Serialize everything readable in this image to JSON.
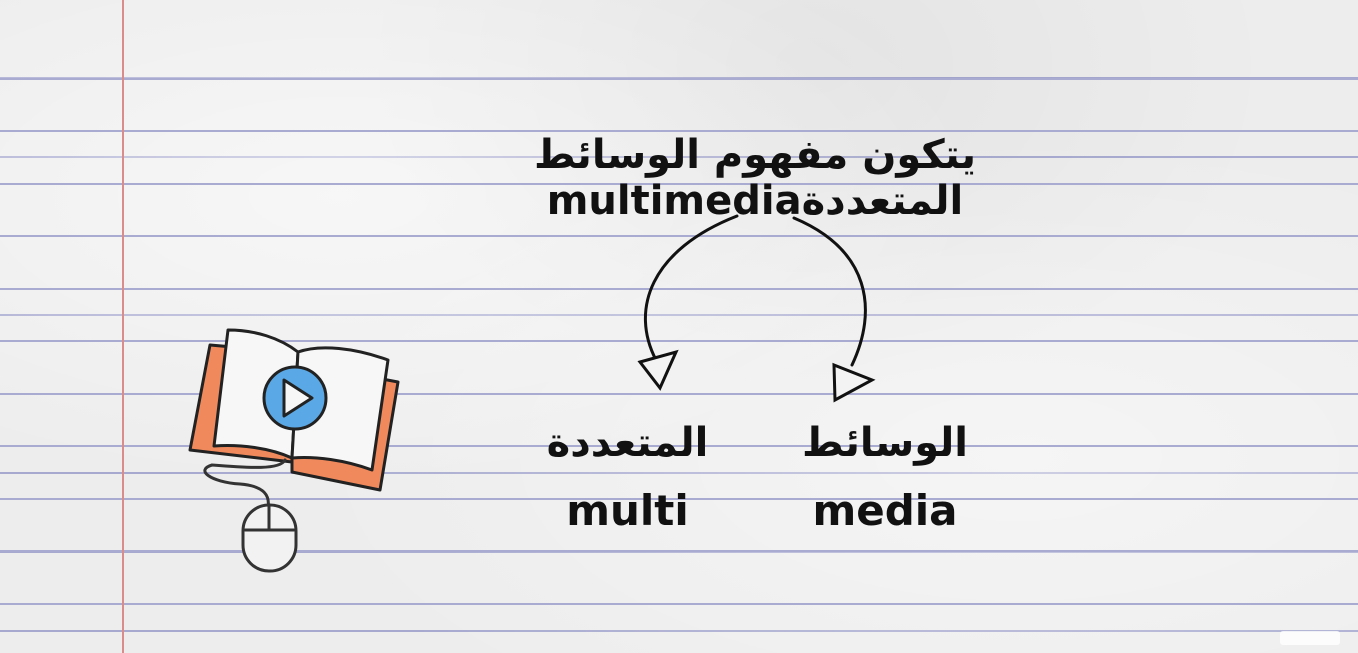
{
  "title": "يتكون مفهوم الوسائط المتعددةmultimedia",
  "left_part": {
    "arabic": "المتعددة",
    "english": "multi"
  },
  "right_part": {
    "arabic": "الوسائط",
    "english": "media"
  },
  "icons": {
    "book": "open-book-with-play-icon",
    "mouse": "computer-mouse-icon",
    "arrows": "split-arrows-icon"
  },
  "colors": {
    "book_cover": "#f08a5d",
    "play_circle": "#5aa9e6",
    "ruled_line": "#a9abd0",
    "margin_line": "#d98c8c"
  }
}
